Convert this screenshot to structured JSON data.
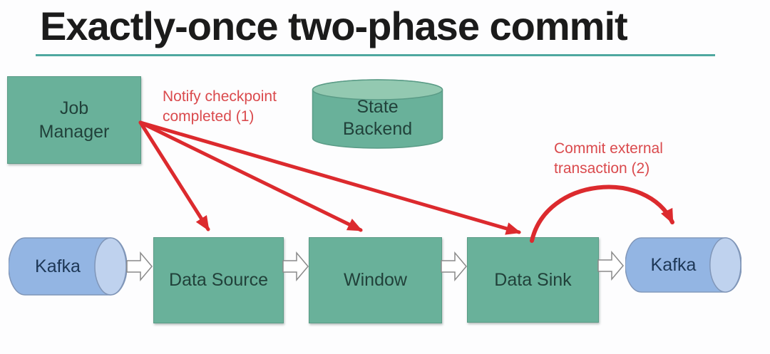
{
  "title": "Exactly-once two-phase commit",
  "nodes": {
    "job_manager": {
      "label": "Job Manager"
    },
    "state_backend": {
      "label": "State Backend"
    },
    "kafka_source": {
      "label": "Kafka"
    },
    "data_source": {
      "label": "Data Source"
    },
    "window": {
      "label": "Window"
    },
    "data_sink": {
      "label": "Data Sink"
    },
    "kafka_sink": {
      "label": "Kafka"
    }
  },
  "annotations": {
    "notify_checkpoint": "Notify checkpoint completed (1)",
    "commit_external": "Commit external transaction (2)"
  },
  "colors": {
    "title_text": "#1b1b1b",
    "title_underline": "#4fa8a0",
    "node_green": "#69b19a",
    "node_green_border": "#5a9b86",
    "cylinder_top_green": "#93c9b1",
    "kafka_blue": "#93b5e3",
    "kafka_blue_cap": "#bfd2ee",
    "kafka_blue_border": "#8096b8",
    "arrow_red": "#dc2a2e",
    "annotation_red": "#da4a4d",
    "node_text_dark": "#21413a",
    "kafka_text_dark": "#1d3756",
    "flow_arrow_fill": "#ffffff",
    "flow_arrow_border": "#8a8a8a"
  }
}
